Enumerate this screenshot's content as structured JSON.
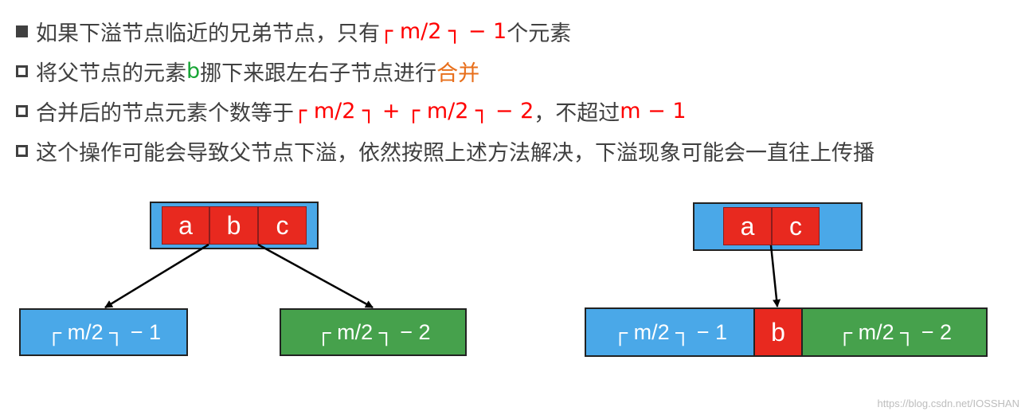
{
  "bullets": [
    {
      "style": "filled",
      "segments": [
        {
          "text": "如果下溢节点临近的兄弟节点，只有 ",
          "color": "default"
        },
        {
          "text": "┌ m/2 ┐ − 1",
          "color": "red"
        },
        {
          "text": " 个元素",
          "color": "default"
        }
      ]
    },
    {
      "style": "hollow",
      "segments": [
        {
          "text": "将父节点的元素 ",
          "color": "default"
        },
        {
          "text": "b",
          "color": "green"
        },
        {
          "text": " 挪下来跟左右子节点进行",
          "color": "default"
        },
        {
          "text": "合并",
          "color": "orange"
        }
      ]
    },
    {
      "style": "hollow",
      "segments": [
        {
          "text": "合并后的节点元素个数等于",
          "color": "default"
        },
        {
          "text": "┌ m/2 ┐ + ┌ m/2 ┐ − 2",
          "color": "red"
        },
        {
          "text": "，不超过 ",
          "color": "default"
        },
        {
          "text": "m − 1",
          "color": "red"
        }
      ]
    },
    {
      "style": "hollow",
      "segments": [
        {
          "text": "这个操作可能会导致父节点下溢，依然按照上述方法解决，下溢现象可能会一直往上传播",
          "color": "default"
        }
      ]
    }
  ],
  "left_diagram": {
    "parent_keys": [
      "a",
      "b",
      "c"
    ],
    "left_child": "┌ m/2 ┐ − 1",
    "right_child": "┌ m/2 ┐ − 2"
  },
  "right_diagram": {
    "parent_keys": [
      "a",
      "c"
    ],
    "merged": {
      "left": "┌ m/2 ┐ − 1",
      "middle": "b",
      "right": "┌ m/2 ┐ − 2"
    }
  },
  "watermark": "https://blog.csdn.net/IOSSHAN",
  "colors": {
    "text": "#404040",
    "red": "#ff0000",
    "green": "#17a535",
    "orange": "#e86f1b",
    "node_blue": "#4aa8e8",
    "node_green": "#46a14c",
    "key_red": "#e8291f"
  }
}
